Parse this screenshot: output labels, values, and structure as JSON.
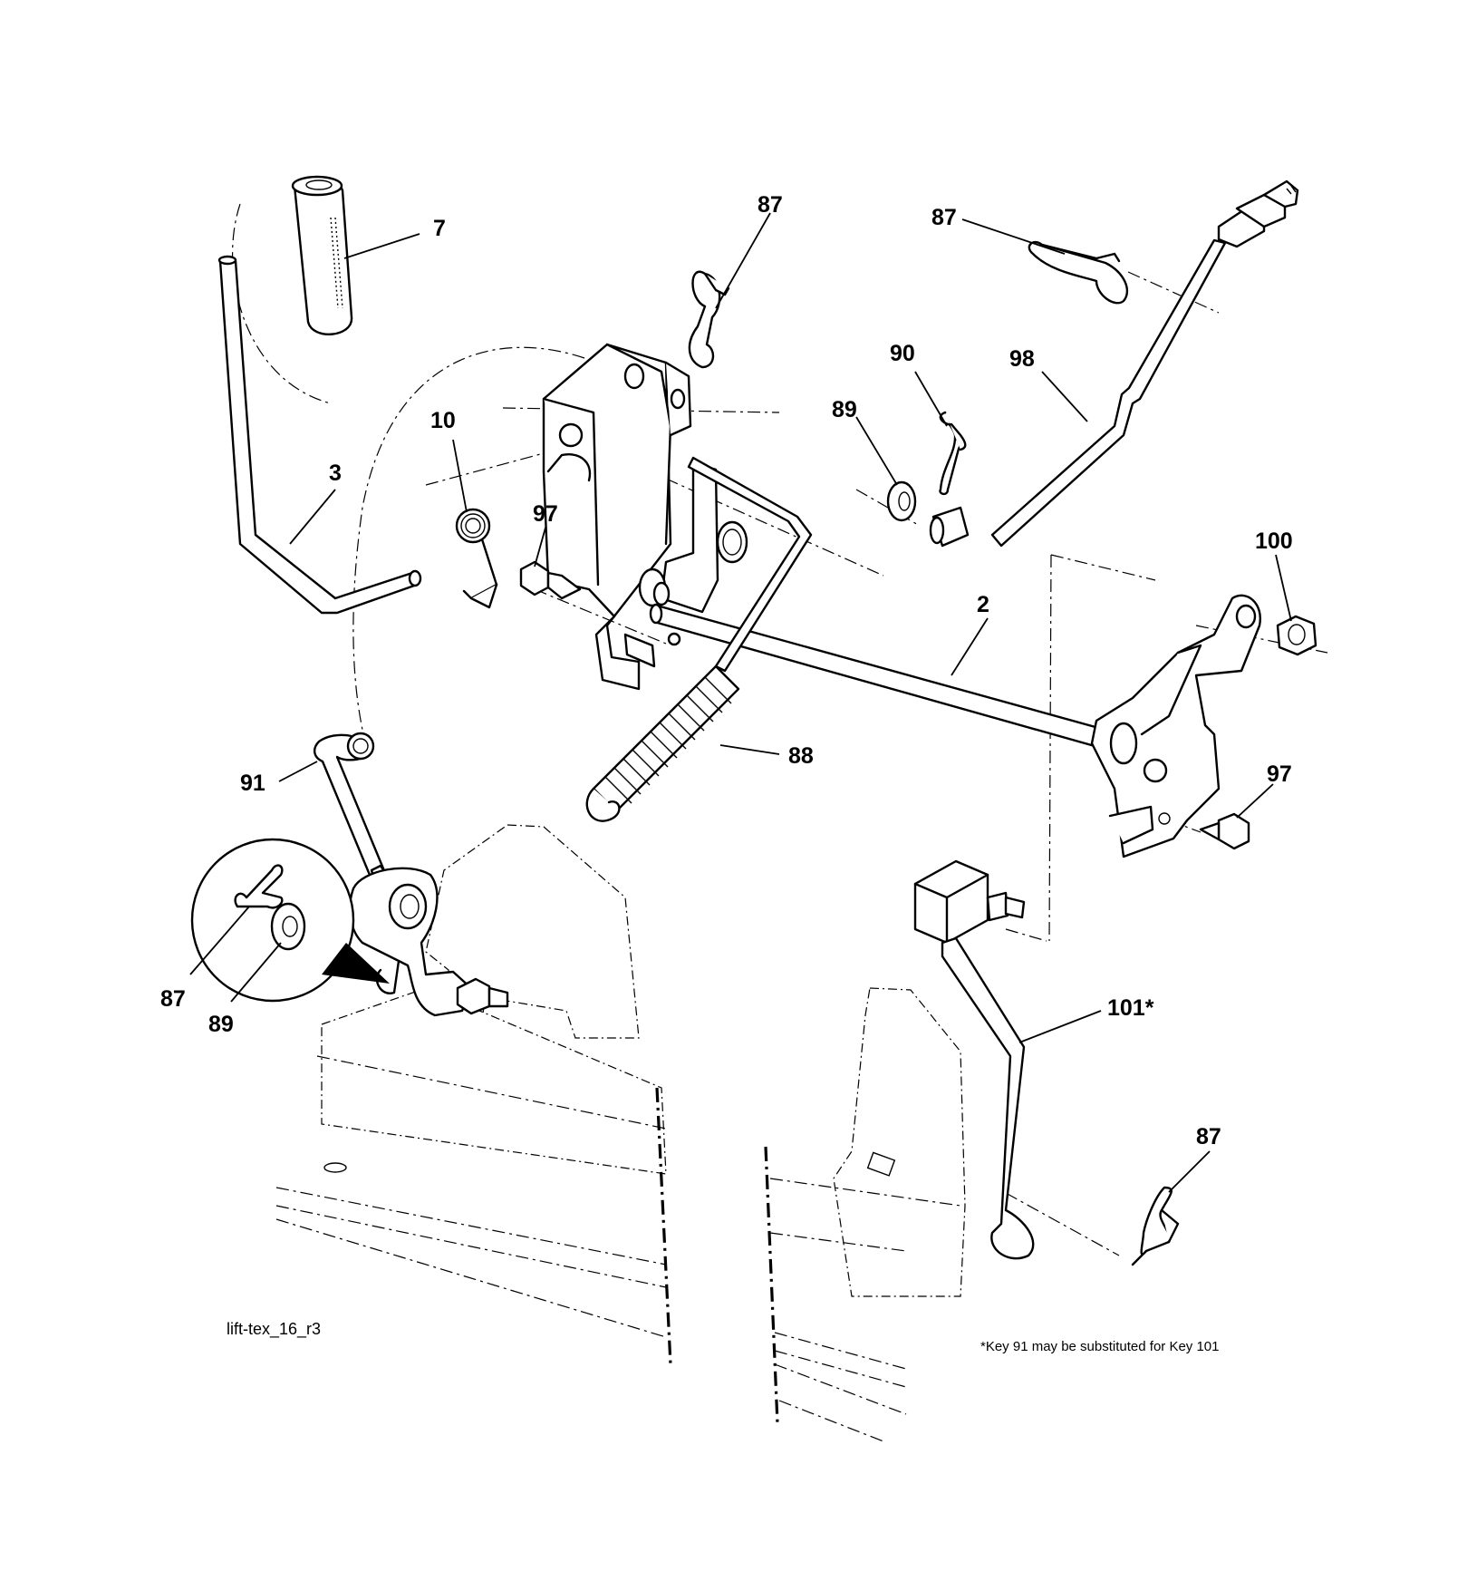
{
  "drawing_id": "lift-tex_16_r3",
  "footnote": "*Key 91 may be substituted for Key 101",
  "callouts": {
    "c7": "7",
    "c87_top": "87",
    "c87_topright": "87",
    "c90": "90",
    "c98": "98",
    "c89_top": "89",
    "c10": "10",
    "c3": "3",
    "c97_left": "97",
    "c100": "100",
    "c2": "2",
    "c88": "88",
    "c91": "91",
    "c97_right": "97",
    "c87_detail": "87",
    "c89_detail": "89",
    "c101": "101*",
    "c87_bottom": "87"
  }
}
